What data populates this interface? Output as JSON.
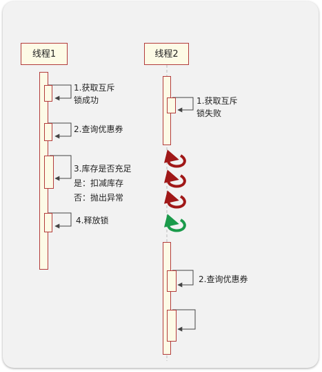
{
  "actors": {
    "thread1": "线程1",
    "thread2": "线程2"
  },
  "thread1_steps": {
    "step1_line1": "1.获取互斥",
    "step1_line2": "锁成功",
    "step2": "2.查询优惠券",
    "step3_line1": "3.库存是否充足",
    "step3_line2": "是：扣减库存",
    "step3_line3": "否：抛出异常",
    "step4": "4.释放锁"
  },
  "thread2_steps": {
    "step1_line1": "1.获取互斥",
    "step1_line2": "锁失败",
    "step2": "2.查询优惠券"
  },
  "colors": {
    "border": "#b23a3a",
    "box_fill": "#fdfbe6",
    "retry_arrow": "#a01818",
    "success_arrow": "#1a9a4a",
    "lifeline": "#bbbbbb"
  }
}
